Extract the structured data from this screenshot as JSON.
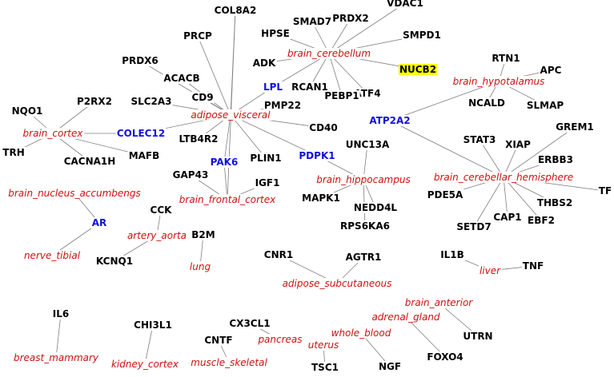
{
  "colors": {
    "gene_default": "#000000",
    "gene_blue": "#1010e0",
    "tissue": "#cc1111",
    "edge": "#7f7f7f",
    "highlight": "#ffff00"
  },
  "genes": [
    {
      "id": "col8a2",
      "label": "COL8A2"
    },
    {
      "id": "vdac1",
      "label": "VDAC1"
    },
    {
      "id": "prdx2",
      "label": "PRDX2"
    },
    {
      "id": "smad7",
      "label": "SMAD7"
    },
    {
      "id": "hpse",
      "label": "HPSE"
    },
    {
      "id": "smpd1",
      "label": "SMPD1"
    },
    {
      "id": "prcp",
      "label": "PRCP"
    },
    {
      "id": "adk",
      "label": "ADK"
    },
    {
      "id": "nucb2",
      "label": "NUCB2",
      "highlight": true
    },
    {
      "id": "rtn1",
      "label": "RTN1"
    },
    {
      "id": "apc",
      "label": "APC"
    },
    {
      "id": "prdx6",
      "label": "PRDX6"
    },
    {
      "id": "lpl",
      "label": "LPL",
      "blue": true
    },
    {
      "id": "rcan1",
      "label": "RCAN1"
    },
    {
      "id": "atf4",
      "label": "ATF4"
    },
    {
      "id": "acacb",
      "label": "ACACB"
    },
    {
      "id": "pebp1",
      "label": "PEBP1"
    },
    {
      "id": "slc2a3",
      "label": "SLC2A3"
    },
    {
      "id": "cd9",
      "label": "CD9"
    },
    {
      "id": "pmp22",
      "label": "PMP22"
    },
    {
      "id": "ncald",
      "label": "NCALD"
    },
    {
      "id": "slmap",
      "label": "SLMAP"
    },
    {
      "id": "p2rx2",
      "label": "P2RX2"
    },
    {
      "id": "nqo1",
      "label": "NQO1"
    },
    {
      "id": "atp2a2",
      "label": "ATP2A2",
      "blue": true
    },
    {
      "id": "cd40",
      "label": "CD40"
    },
    {
      "id": "grem1",
      "label": "GREM1"
    },
    {
      "id": "colec12",
      "label": "COLEC12",
      "blue": true
    },
    {
      "id": "ltb4r2",
      "label": "LTB4R2"
    },
    {
      "id": "trh",
      "label": "TRH"
    },
    {
      "id": "stat3",
      "label": "STAT3"
    },
    {
      "id": "xiap",
      "label": "XIAP"
    },
    {
      "id": "unc13a",
      "label": "UNC13A"
    },
    {
      "id": "pdpk1",
      "label": "PDPK1",
      "blue": true
    },
    {
      "id": "cacna1h",
      "label": "CACNA1H"
    },
    {
      "id": "mafb",
      "label": "MAFB"
    },
    {
      "id": "erbb3",
      "label": "ERBB3"
    },
    {
      "id": "pak6",
      "label": "PAK6",
      "blue": true
    },
    {
      "id": "plin1",
      "label": "PLIN1"
    },
    {
      "id": "gap43",
      "label": "GAP43"
    },
    {
      "id": "igf1",
      "label": "IGF1"
    },
    {
      "id": "tf",
      "label": "TF"
    },
    {
      "id": "pde5a",
      "label": "PDE5A"
    },
    {
      "id": "mapk1",
      "label": "MAPK1"
    },
    {
      "id": "nedd4l",
      "label": "NEDD4L"
    },
    {
      "id": "thbs2",
      "label": "THBS2"
    },
    {
      "id": "cck",
      "label": "CCK"
    },
    {
      "id": "cap1",
      "label": "CAP1"
    },
    {
      "id": "ar",
      "label": "AR",
      "blue": true
    },
    {
      "id": "ebf2",
      "label": "EBF2"
    },
    {
      "id": "setd7",
      "label": "SETD7"
    },
    {
      "id": "rps6ka6",
      "label": "RPS6KA6"
    },
    {
      "id": "b2m",
      "label": "B2M"
    },
    {
      "id": "kcnq1",
      "label": "KCNQ1"
    },
    {
      "id": "cnr1",
      "label": "CNR1"
    },
    {
      "id": "agtr1",
      "label": "AGTR1"
    },
    {
      "id": "il1b",
      "label": "IL1B"
    },
    {
      "id": "tnf",
      "label": "TNF"
    },
    {
      "id": "cx3cl1",
      "label": "CX3CL1"
    },
    {
      "id": "il6",
      "label": "IL6"
    },
    {
      "id": "chi3l1",
      "label": "CHI3L1"
    },
    {
      "id": "utrn",
      "label": "UTRN"
    },
    {
      "id": "cntf",
      "label": "CNTF"
    },
    {
      "id": "foxo4",
      "label": "FOXO4"
    },
    {
      "id": "tsc1",
      "label": "TSC1"
    },
    {
      "id": "ngf",
      "label": "NGF"
    }
  ],
  "tissues": [
    {
      "id": "brain_cerebellum",
      "label": "brain_cerebellum"
    },
    {
      "id": "brain_hypotalamus",
      "label": "brain_hypotalamus"
    },
    {
      "id": "adipose_visceral",
      "label": "adipose_visceral"
    },
    {
      "id": "brain_cortex",
      "label": "brain_cortex"
    },
    {
      "id": "brain_hippocampus",
      "label": "brain_hippocampus"
    },
    {
      "id": "brain_cerebellar_hemisphere",
      "label": "brain_cerebellar_hemisphere"
    },
    {
      "id": "brain_nucleus_accumbengs",
      "label": "brain_nucleus_accumbengs"
    },
    {
      "id": "brain_frontal_cortex",
      "label": "brain_frontal_cortex"
    },
    {
      "id": "artery_aorta",
      "label": "artery_aorta"
    },
    {
      "id": "nerve_tibial",
      "label": "nerve_tibial"
    },
    {
      "id": "lung",
      "label": "lung"
    },
    {
      "id": "adipose_subcutaneous",
      "label": "adipose_subcutaneous"
    },
    {
      "id": "liver",
      "label": "liver"
    },
    {
      "id": "brain_anterior",
      "label": "brain_anterior"
    },
    {
      "id": "adrenal_gland",
      "label": "adrenal_gland"
    },
    {
      "id": "whole_blood",
      "label": "whole_blood"
    },
    {
      "id": "uterus",
      "label": "uterus"
    },
    {
      "id": "pancreas",
      "label": "pancreas"
    },
    {
      "id": "breast_mammary",
      "label": "breast_mammary"
    },
    {
      "id": "kidney_cortex",
      "label": "kidney_cortex"
    },
    {
      "id": "muscle_skeletal",
      "label": "muscle_skeletal"
    }
  ],
  "edges": [
    [
      "brain_cerebellum",
      "vdac1"
    ],
    [
      "brain_cerebellum",
      "prdx2"
    ],
    [
      "brain_cerebellum",
      "smad7"
    ],
    [
      "brain_cerebellum",
      "hpse"
    ],
    [
      "brain_cerebellum",
      "smpd1"
    ],
    [
      "brain_cerebellum",
      "adk"
    ],
    [
      "brain_cerebellum",
      "nucb2"
    ],
    [
      "brain_cerebellum",
      "lpl"
    ],
    [
      "brain_cerebellum",
      "rcan1"
    ],
    [
      "brain_cerebellum",
      "atf4"
    ],
    [
      "brain_cerebellum",
      "pebp1"
    ],
    [
      "brain_hypotalamus",
      "rtn1"
    ],
    [
      "brain_hypotalamus",
      "apc"
    ],
    [
      "brain_hypotalamus",
      "ncald"
    ],
    [
      "brain_hypotalamus",
      "slmap"
    ],
    [
      "adipose_visceral",
      "col8a2"
    ],
    [
      "adipose_visceral",
      "prcp"
    ],
    [
      "adipose_visceral",
      "prdx6"
    ],
    [
      "adipose_visceral",
      "acacb"
    ],
    [
      "adipose_visceral",
      "slc2a3"
    ],
    [
      "adipose_visceral",
      "cd9"
    ],
    [
      "adipose_visceral",
      "lpl"
    ],
    [
      "adipose_visceral",
      "pmp22"
    ],
    [
      "adipose_visceral",
      "cd40"
    ],
    [
      "adipose_visceral",
      "colec12"
    ],
    [
      "adipose_visceral",
      "ltb4r2"
    ],
    [
      "adipose_visceral",
      "pak6"
    ],
    [
      "adipose_visceral",
      "plin1"
    ],
    [
      "adipose_visceral",
      "pdpk1"
    ],
    [
      "brain_cortex",
      "nqo1"
    ],
    [
      "brain_cortex",
      "p2rx2"
    ],
    [
      "brain_cortex",
      "trh"
    ],
    [
      "brain_cortex",
      "colec12"
    ],
    [
      "brain_cortex",
      "cacna1h"
    ],
    [
      "brain_cortex",
      "mafb"
    ],
    [
      "brain_hippocampus",
      "unc13a"
    ],
    [
      "brain_hippocampus",
      "pdpk1"
    ],
    [
      "brain_hippocampus",
      "mapk1"
    ],
    [
      "brain_hippocampus",
      "nedd4l"
    ],
    [
      "brain_hippocampus",
      "rps6ka6"
    ],
    [
      "brain_cerebellar_hemisphere",
      "atp2a2"
    ],
    [
      "brain_cerebellar_hemisphere",
      "grem1"
    ],
    [
      "brain_cerebellar_hemisphere",
      "stat3"
    ],
    [
      "brain_cerebellar_hemisphere",
      "xiap"
    ],
    [
      "brain_cerebellar_hemisphere",
      "erbb3"
    ],
    [
      "brain_cerebellar_hemisphere",
      "tf"
    ],
    [
      "brain_cerebellar_hemisphere",
      "pde5a"
    ],
    [
      "brain_cerebellar_hemisphere",
      "thbs2"
    ],
    [
      "brain_cerebellar_hemisphere",
      "cap1"
    ],
    [
      "brain_cerebellar_hemisphere",
      "ebf2"
    ],
    [
      "brain_cerebellar_hemisphere",
      "setd7"
    ],
    [
      "brain_hypotalamus",
      "atp2a2"
    ],
    [
      "brain_frontal_cortex",
      "pak6"
    ],
    [
      "brain_frontal_cortex",
      "gap43"
    ],
    [
      "brain_frontal_cortex",
      "igf1"
    ],
    [
      "brain_frontal_cortex",
      "col8a2"
    ],
    [
      "brain_nucleus_accumbengs",
      "ar"
    ],
    [
      "nerve_tibial",
      "ar"
    ],
    [
      "artery_aorta",
      "cck"
    ],
    [
      "artery_aorta",
      "kcnq1"
    ],
    [
      "lung",
      "b2m"
    ],
    [
      "adipose_subcutaneous",
      "cnr1"
    ],
    [
      "adipose_subcutaneous",
      "agtr1"
    ],
    [
      "liver",
      "il1b"
    ],
    [
      "liver",
      "tnf"
    ],
    [
      "brain_anterior",
      "utrn"
    ],
    [
      "adrenal_gland",
      "foxo4"
    ],
    [
      "whole_blood",
      "ngf"
    ],
    [
      "uterus",
      "tsc1"
    ],
    [
      "pancreas",
      "cx3cl1"
    ],
    [
      "breast_mammary",
      "il6"
    ],
    [
      "kidney_cortex",
      "chi3l1"
    ],
    [
      "muscle_skeletal",
      "cntf"
    ]
  ]
}
